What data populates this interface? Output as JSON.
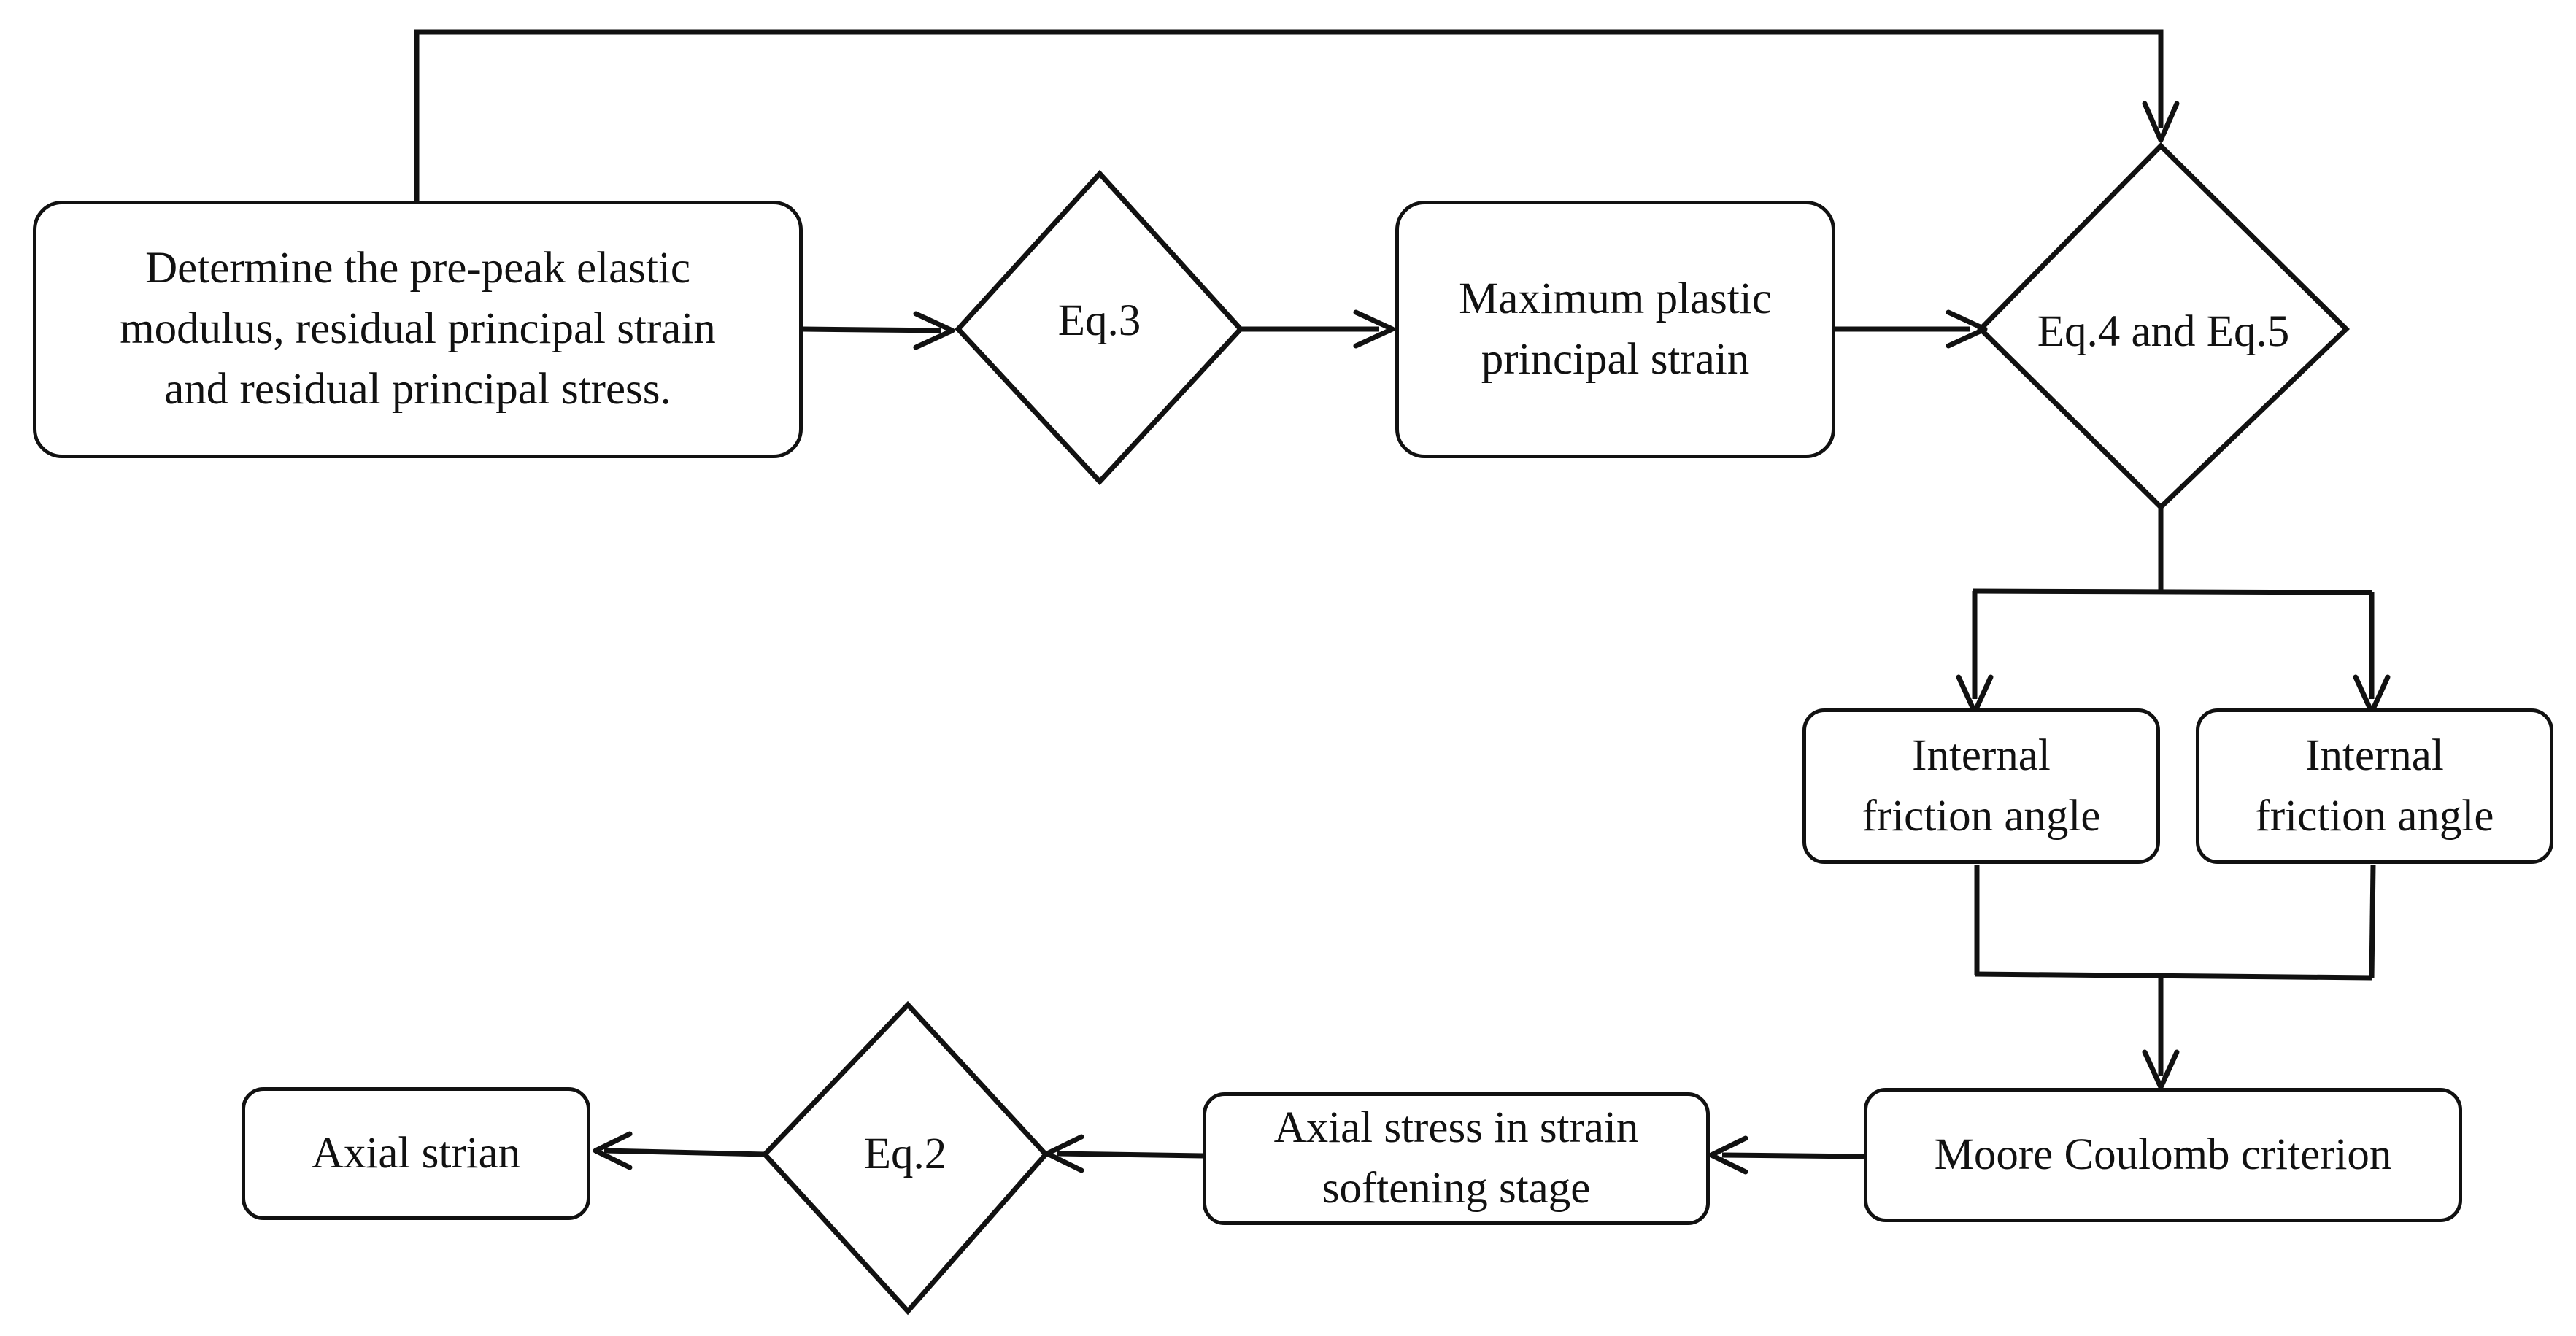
{
  "nodes": {
    "start": "Determine the pre-peak elastic\nmodulus, residual principal strain\nand residual principal stress.",
    "eq3": "Eq.3",
    "max_plastic": "Maximum plastic\nprincipal strain",
    "eq45": "Eq.4 and Eq.5",
    "friction_left": "Internal\nfriction angle",
    "friction_right": "Internal\nfriction angle",
    "mohr_coulomb": "Moore Coulomb criterion",
    "axial_stress": "Axial stress in strain\nsoftening stage",
    "eq2": "Eq.2",
    "axial_strain": "Axial strian"
  },
  "colors": {
    "stroke": "#111111",
    "background": "#ffffff"
  }
}
